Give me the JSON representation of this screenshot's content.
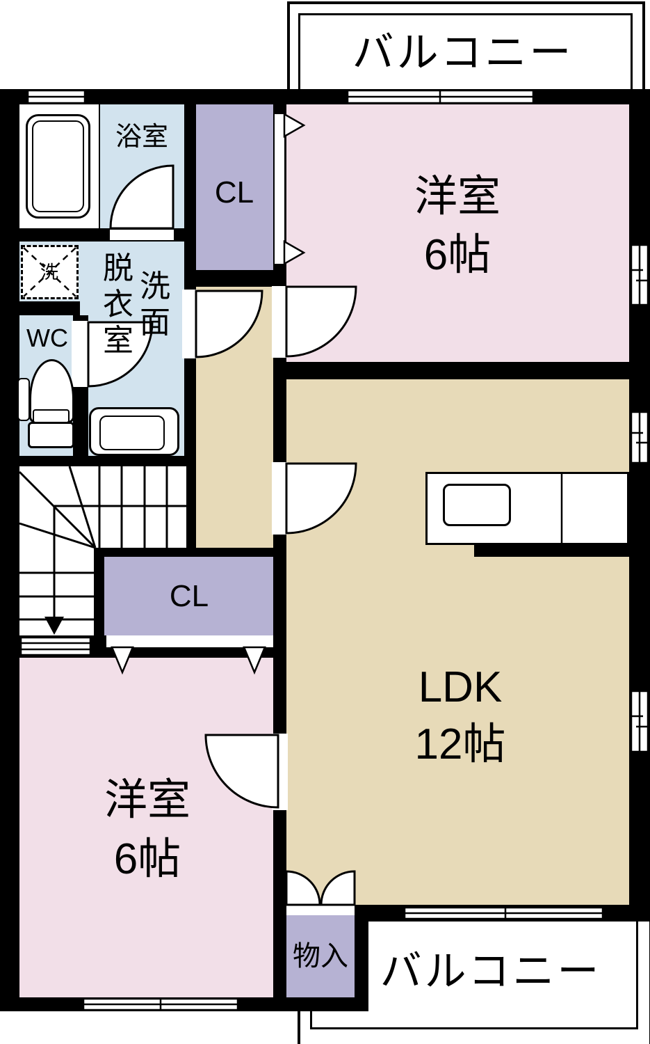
{
  "floorplan": {
    "balcony_top": {
      "label": "バルコニー"
    },
    "balcony_bottom": {
      "label": "バルコニー"
    },
    "bathroom": {
      "label": "浴室"
    },
    "washing_machine": {
      "label": "洗"
    },
    "washroom": {
      "label_right_column": "洗面",
      "label_left_column": "脱衣室"
    },
    "wc": {
      "label": "WC"
    },
    "closet_top": {
      "label": "CL"
    },
    "closet_middle": {
      "label": "CL"
    },
    "western_room_top": {
      "label": "洋室",
      "size": "6帖"
    },
    "western_room_bottom": {
      "label": "洋室",
      "size": "6帖"
    },
    "ldk": {
      "label": "LDK",
      "size": "12帖"
    },
    "storage": {
      "label": "物入"
    },
    "colors": {
      "wall": "#000000",
      "western_room": "#f2dfe8",
      "ldk_hall": "#e7dab8",
      "closet": "#b6b2d3",
      "wet_area": "#d2e3ee",
      "background": "#ffffff"
    }
  }
}
